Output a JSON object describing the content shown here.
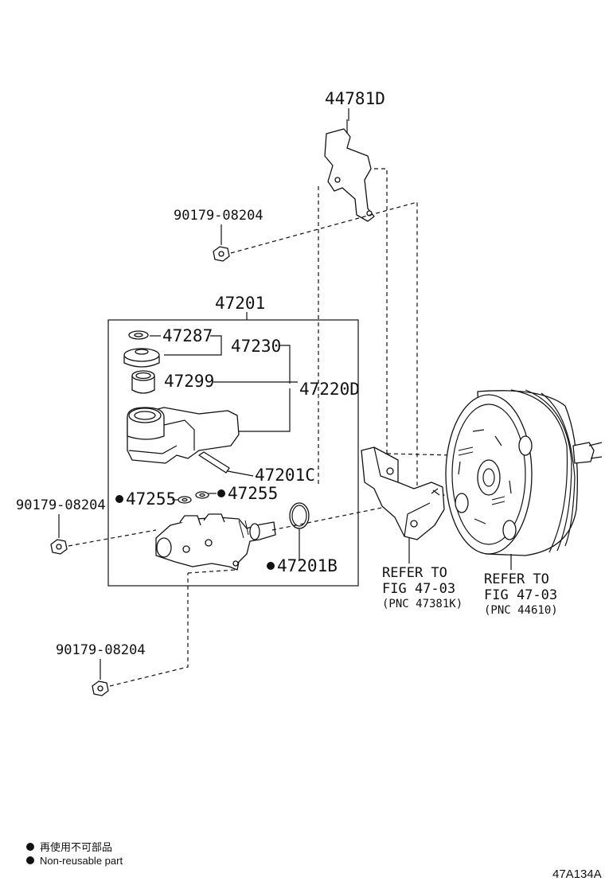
{
  "labels": {
    "bracket_top": "44781D",
    "nut_top": "90179-08204",
    "assembly": "47201",
    "gasket_cap": "47287",
    "cap_sub": "47230",
    "strainer": "47299",
    "reservoir": "47220D",
    "pin": "47201C",
    "grommet_left": "47255",
    "grommet_right": "47255",
    "nut_mid": "90179-08204",
    "oring": "47201B",
    "nut_bottom": "90179-08204"
  },
  "refs": {
    "bracket_ref": {
      "line1": "REFER TO",
      "line2": "FIG 47-03",
      "line3": "(PNC 47381K)"
    },
    "booster_ref": {
      "line1": "REFER TO",
      "line2": "FIG 47-03",
      "line3": "(PNC 44610)"
    }
  },
  "legend": {
    "line_jp": "再使用不可部品",
    "line_en": "Non-reusable part"
  },
  "figure_code": "47A134A"
}
